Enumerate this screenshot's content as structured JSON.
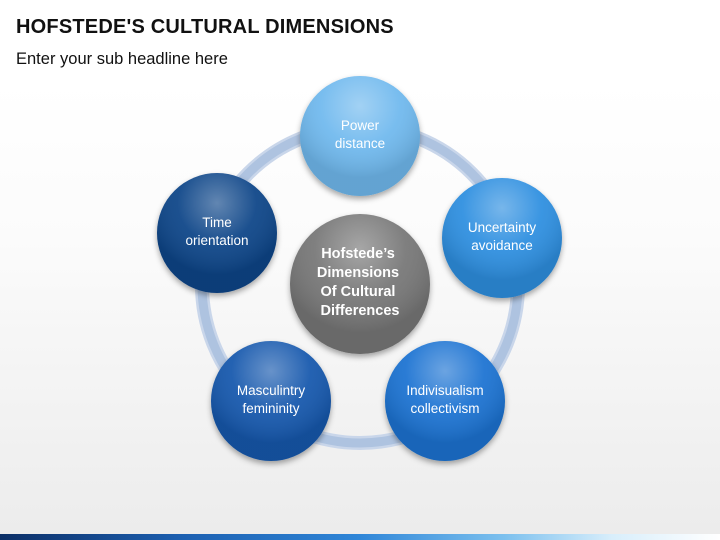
{
  "title": "HOFSTEDE'S CULTURAL DIMENSIONS",
  "subtitle": "Enter your sub headline here",
  "center": {
    "lines": [
      "Hofstede’s",
      "Dimensions",
      "Of Cultural",
      "Differences"
    ]
  },
  "nodes": [
    {
      "id": "power-distance",
      "lines": [
        "Power",
        "distance"
      ],
      "color": "#6fb9ee"
    },
    {
      "id": "uncertainty-avoidance",
      "lines": [
        "Uncertainty",
        "avoidance"
      ],
      "color": "#2e8fe0"
    },
    {
      "id": "individualism-collectivism",
      "lines": [
        "Indivisualism",
        "collectivism"
      ],
      "color": "#1a73d2"
    },
    {
      "id": "masculinity-femininity",
      "lines": [
        "Masculintry",
        "femininity"
      ],
      "color": "#1659ad"
    },
    {
      "id": "time-orientation",
      "lines": [
        "Time",
        "orientation"
      ],
      "color": "#0f4588"
    }
  ],
  "colors": {
    "ring": "#aec3e0",
    "center": "#777777",
    "bottom_bar_start": "#0c2f66",
    "bottom_bar_end": "#ffffff"
  }
}
